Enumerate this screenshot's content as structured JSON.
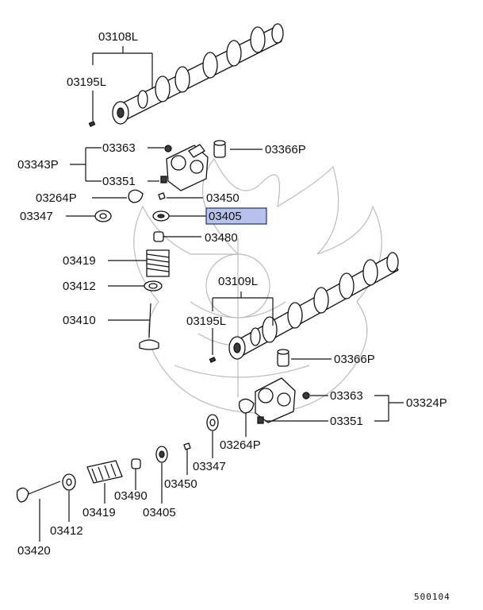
{
  "diagram": {
    "figure_code": "500104",
    "highlighted_part": "03405",
    "labels": {
      "upper": {
        "camshaft_upper": "03108L",
        "pin_upper": "03195L",
        "rocker_assy_upper": "03343P",
        "nut_upper": "03363",
        "screw_upper": "03351",
        "adjuster_upper": "03366P",
        "retainer_plate_upper": "03264P",
        "key_upper": "03450",
        "seat_upper": "03347",
        "retainer_upper": "03405",
        "seal_upper": "03480",
        "spring_upper": "03419",
        "spring_seat_upper": "03412",
        "valve_upper": "03410"
      },
      "lower": {
        "camshaft_lower": "03109L",
        "pin_lower": "03195L",
        "adjuster_lower": "03366P",
        "nut_lower": "03363",
        "rocker_assy_lower": "03324P",
        "screw_lower": "03351",
        "retainer_plate_lower": "03264P",
        "seat_lower": "03347",
        "key_lower": "03450",
        "seal_lower": "03490",
        "retainer_lower": "03405",
        "spring_lower": "03419",
        "spring_seat_lower": "03412",
        "valve_lower": "03420"
      }
    }
  }
}
